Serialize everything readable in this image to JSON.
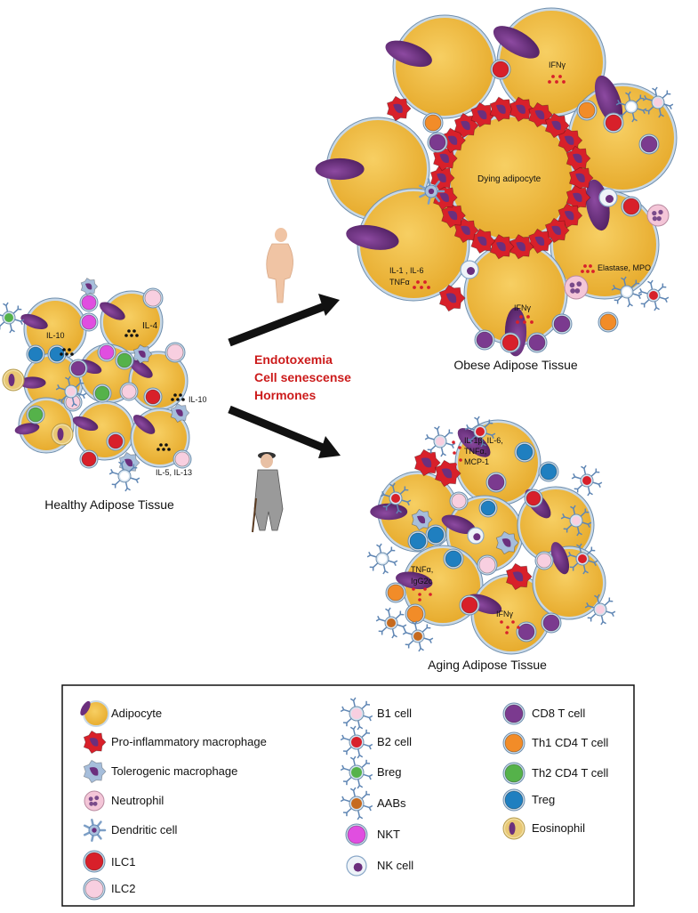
{
  "captions": {
    "healthy": "Healthy Adipose Tissue",
    "obese": "Obese Adipose Tissue",
    "aging": "Aging Adipose Tissue"
  },
  "drivers": [
    "Endotoxemia",
    "Cell senescense",
    "Hormones"
  ],
  "healthy_labels": {
    "il10_a": "IL-10",
    "il4": "IL-4",
    "il10_b": "IL-10",
    "il5": "IL-5, IL-13"
  },
  "obese_labels": {
    "ifng_top": "IFNγ",
    "dying": "Dying adipocyte",
    "il1": "IL-1 , IL-6",
    "tnfa": "TNFα",
    "elastase": "Elastase, MPO",
    "ifng_bottom": "IFNγ"
  },
  "aging_labels": {
    "il1b_1": "IL-1β, IL-6,",
    "il1b_2": "TNFα,",
    "il1b_3": "MCP-1",
    "tnfa_1": "TNFα,",
    "tnfa_2": "IgG2c",
    "ifng": "IFNγ"
  },
  "legend": {
    "col1": [
      "Adipocyte",
      "Pro-inflammatory macrophage",
      "Tolerogenic macrophage",
      "Neutrophil",
      "Dendritic cell",
      "ILC1",
      "ILC2"
    ],
    "col2": [
      "B1 cell",
      "B2 cell",
      "Breg",
      "AABs",
      "NKT",
      "NK cell"
    ],
    "col3": [
      "CD8 T cell",
      "Th1 CD4 T cell",
      "Th2 CD4 T cell",
      "Treg",
      "Eosinophil"
    ]
  },
  "colors": {
    "adipocyte": "#f2be3c",
    "adipocyte_edge": "#c8d8e6",
    "nucleus": "#6b2f7d",
    "macrophage_pro": "#d8202a",
    "macrophage_tol": "#a6bedb",
    "ilc1": "#d8202a",
    "ilc2": "#f8cfe0",
    "nkt": "#e04ee0",
    "cd8": "#7b3a8f",
    "th1": "#f28c28",
    "th2": "#55b24a",
    "treg": "#1f7fc0",
    "text_red": "#cc1b1b"
  }
}
